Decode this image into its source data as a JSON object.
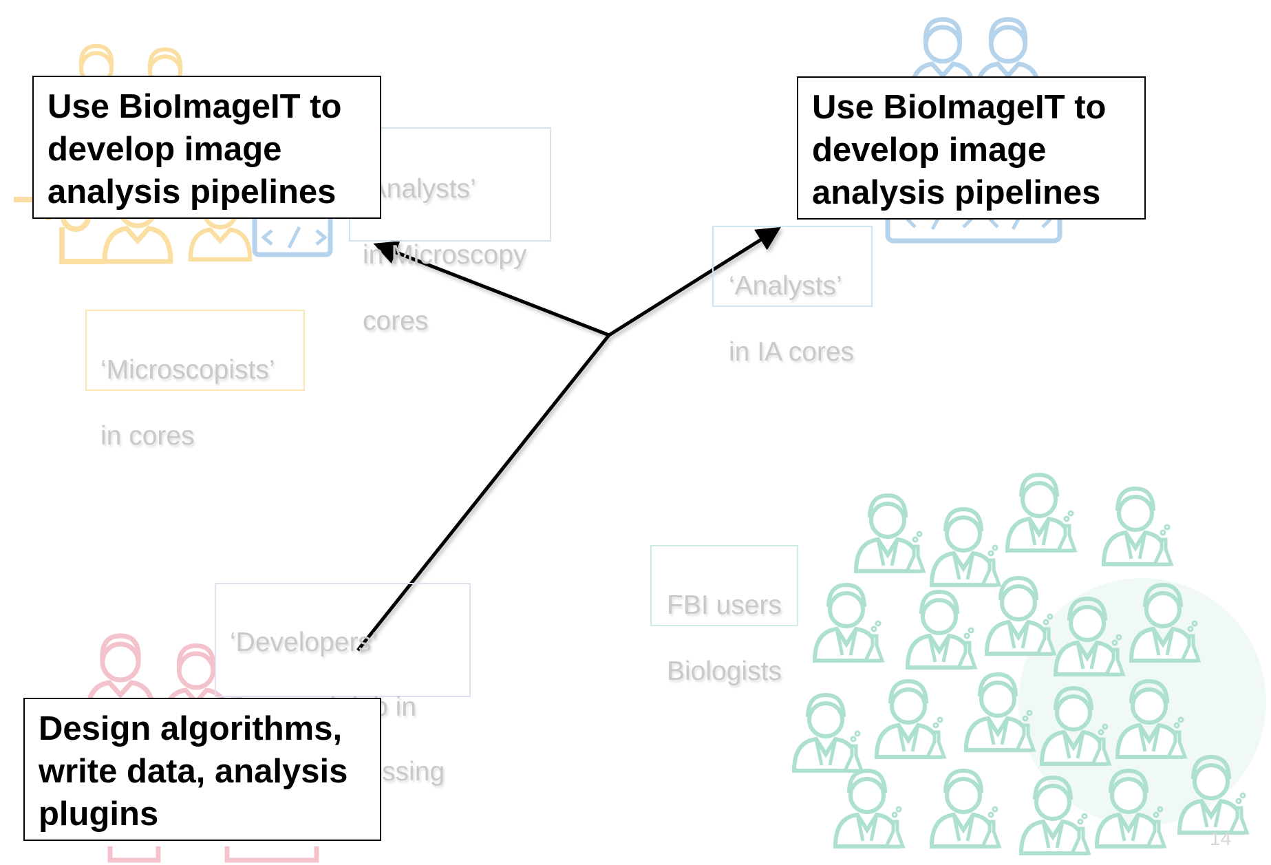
{
  "colors": {
    "orange_group": "#fbd991",
    "blue_group": "#a9cce9",
    "pink_group": "#f2b7c2",
    "teal_group": "#9fdcc6",
    "arrow": "#000000",
    "faded_text": "#c9c9c9"
  },
  "background_groups": [
    {
      "name": "people-orange-icon",
      "icons": [
        "person-icon",
        "person-icon",
        "microscope-icon",
        "laptop-code-icon"
      ]
    },
    {
      "name": "people-blue-icon",
      "icons": [
        "person-icon",
        "person-icon",
        "laptop-code-icon"
      ]
    },
    {
      "name": "people-pink-icon",
      "icons": [
        "person-icon",
        "person-icon"
      ]
    },
    {
      "name": "scientists-crowd-teal-icon",
      "icons": [
        "scientist-icon",
        "flask-icon"
      ]
    }
  ],
  "faded_labels": {
    "microscopy_analysts": {
      "line1": "‘Analysts’",
      "line2": "in Microscopy",
      "line3": "cores"
    },
    "microscopists": {
      "line1": "‘Microscopists’",
      "line2": "in cores"
    },
    "ia_analysts": {
      "line1": "‘Analysts’",
      "line2": "in IA cores"
    },
    "developers": {
      "line1": "‘Developers’",
      "line2": "Research lab in",
      "line3": "Image Processing"
    },
    "fbi_users": {
      "line1": "FBI users",
      "line2": "Biologists"
    }
  },
  "callouts": {
    "top_left": {
      "line1": "Use BioImageIT to",
      "line2": "develop image",
      "line3": "analysis pipelines"
    },
    "top_right": {
      "line1": "Use BioImageIT to",
      "line2": "develop image",
      "line3": "analysis pipelines"
    },
    "bottom_left": {
      "line1": "Design algorithms,",
      "line2": "write data, analysis",
      "line3": "plugins"
    }
  },
  "page_number": "14"
}
